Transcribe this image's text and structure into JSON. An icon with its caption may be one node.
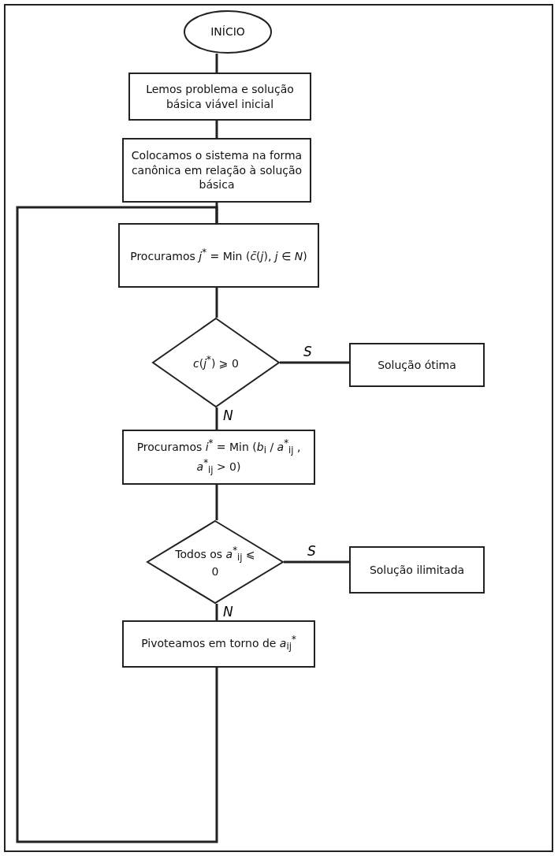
{
  "diagram": {
    "nodes": [
      {
        "text": [
          "INÍCIO"
        ]
      },
      {
        "text": [
          "Lemos problema e solução básica viável inicial"
        ]
      },
      {
        "text": [
          "Colocamos o sistema na forma canônica em relação à solução básica"
        ]
      },
      {
        "text": [
          "Procuramos *j*$^{*}$ = Min (*c̄*(*j*), *j* ∈ *N*)"
        ]
      },
      {
        "text": [
          "*c*(*j*$^{*}$) ⩾ 0"
        ]
      },
      {
        "text": [
          "Solução ótima"
        ]
      },
      {
        "text": [
          "Procuramos *i*$^{*}$ = Min (*b*$_{i}$ / *a*$^{*}$$_{ij}$ , *a*$^{*}$$_{ij}$ > 0)"
        ]
      },
      {
        "text": [
          "Todos os *a*$^{*}$$_{ij}$ ⩽ 0"
        ]
      },
      {
        "text": [
          "Solução ilimitada"
        ]
      },
      {
        "text": [
          "Pivoteamos em torno de *a*$_{ij}$$^{*}$"
        ]
      }
    ],
    "edges": [
      {
        "from": 0,
        "to": 1,
        "arrow": "none"
      },
      {
        "from": 1,
        "to": 2,
        "arrow": "none"
      },
      {
        "from": 2,
        "to": 3,
        "arrow": "none"
      },
      {
        "from": 3,
        "to": 4,
        "arrow": "none"
      },
      {
        "from": 4,
        "to": 5,
        "arrow": "none",
        "label": "S"
      },
      {
        "from": 4,
        "to": 6,
        "arrow": "none",
        "label": "N"
      },
      {
        "from": 6,
        "to": 7,
        "arrow": "none"
      },
      {
        "from": 7,
        "to": 8,
        "arrow": "none",
        "label": "S"
      },
      {
        "from": 7,
        "to": 9,
        "arrow": "none",
        "label": "N"
      },
      {
        "from": 9,
        "to": 3,
        "arrow": "none"
      }
    ]
  }
}
